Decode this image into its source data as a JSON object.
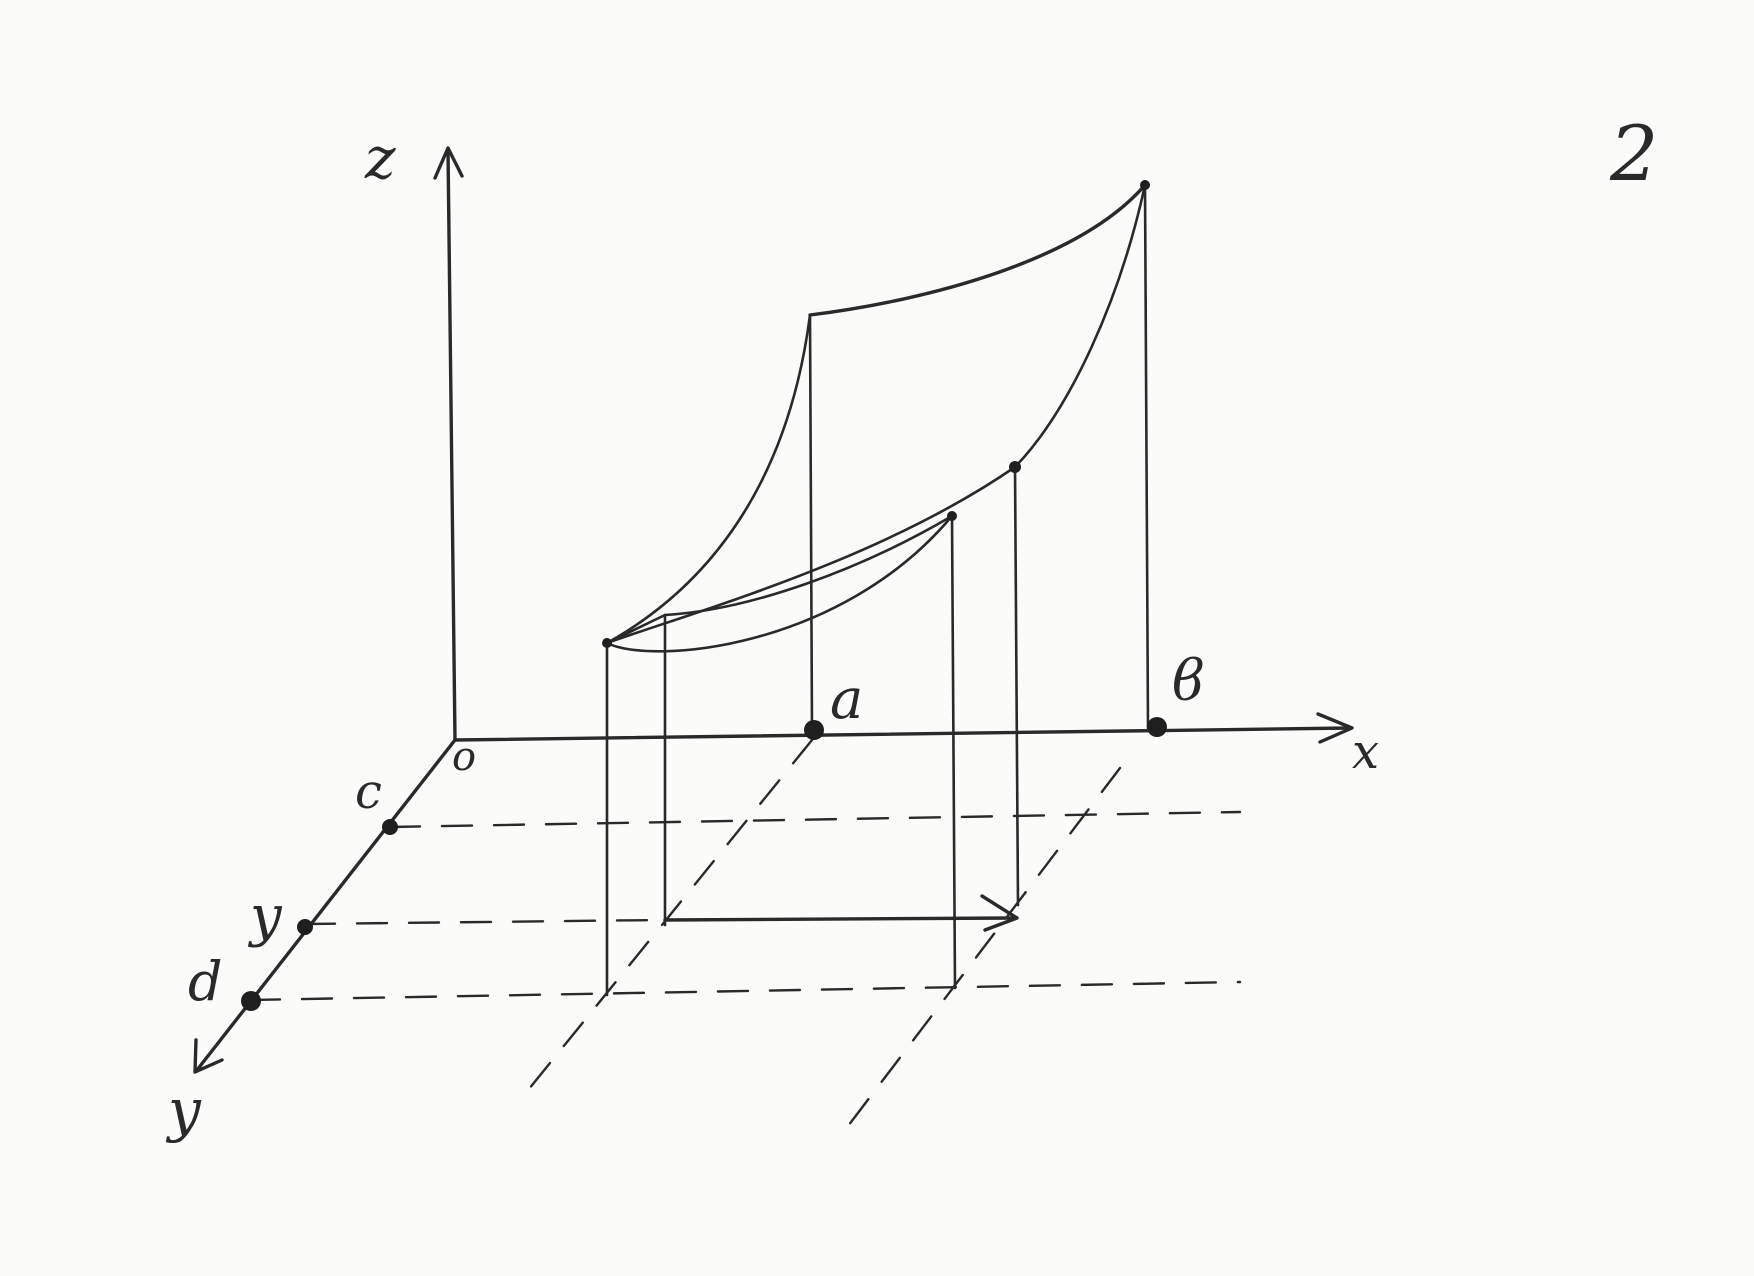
{
  "page_number": "2",
  "axes": {
    "x_label": "x",
    "y_label": "y",
    "z_label": "z",
    "origin_label": "o"
  },
  "points": {
    "a": "a",
    "b": "ϐ",
    "c": "c",
    "d": "d",
    "y": "y"
  },
  "colors": {
    "ink": "#2a2a2a",
    "paper": "#fbfbf9"
  }
}
